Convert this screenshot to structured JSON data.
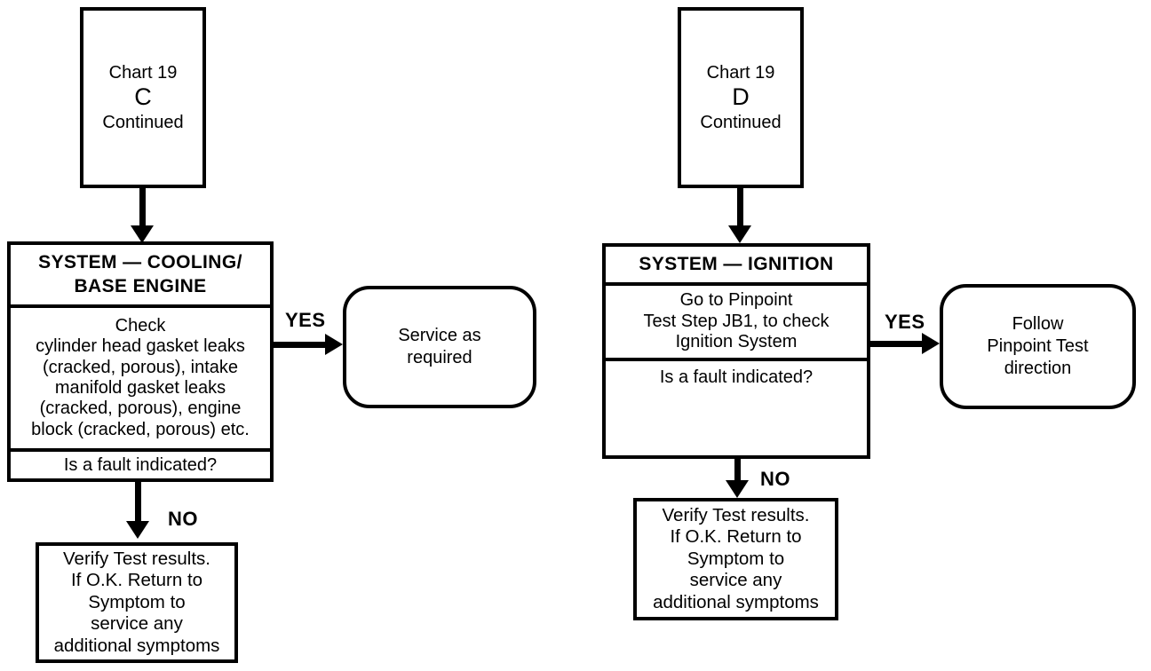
{
  "page": {
    "background": "#ffffff",
    "ink": "#000000"
  },
  "charts": [
    {
      "name": "C",
      "start": {
        "line1": "Chart 19",
        "letter": "C",
        "line2": "Continued"
      },
      "system": {
        "header": "SYSTEM — COOLING/\nBASE ENGINE",
        "body": "Check\ncylinder head gasket leaks\n(cracked, porous), intake\nmanifold gasket leaks\n(cracked, porous), engine\nblock (cracked, porous) etc.",
        "question": "Is a fault indicated?"
      },
      "yes_label": "YES",
      "no_label": "NO",
      "yes_outcome": "Service as\nrequired",
      "no_outcome": "Verify Test results.\nIf O.K. Return to\nSymptom to\nservice any\nadditional symptoms"
    },
    {
      "name": "D",
      "start": {
        "line1": "Chart 19",
        "letter": "D",
        "line2": "Continued"
      },
      "system": {
        "header": "SYSTEM — IGNITION",
        "body": "Go to Pinpoint\nTest Step JB1, to check\nIgnition System",
        "question": "Is a fault indicated?"
      },
      "yes_label": "YES",
      "no_label": "NO",
      "yes_outcome": "Follow\nPinpoint Test\ndirection",
      "no_outcome": "Verify Test results.\nIf O.K. Return to\nSymptom to\nservice any\nadditional symptoms"
    }
  ]
}
